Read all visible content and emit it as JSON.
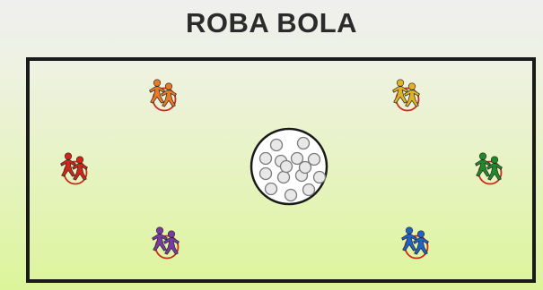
{
  "title": "ROBA BOLA",
  "colors": {
    "border": "#1a1a1a",
    "circle_ring": "#cc2a1a",
    "ball_fill": "#e8e8e8",
    "ball_stroke": "#7a7a7a"
  },
  "ball_pile": {
    "ball_count": 15
  },
  "teams": [
    {
      "name": "orange-team",
      "color": "#ea7a22"
    },
    {
      "name": "yellow-team",
      "color": "#e2b224"
    },
    {
      "name": "red-team",
      "color": "#d32418"
    },
    {
      "name": "green-team",
      "color": "#1f8a2a"
    },
    {
      "name": "purple-team",
      "color": "#7a3aa6"
    },
    {
      "name": "blue-team",
      "color": "#1f62c8"
    }
  ]
}
